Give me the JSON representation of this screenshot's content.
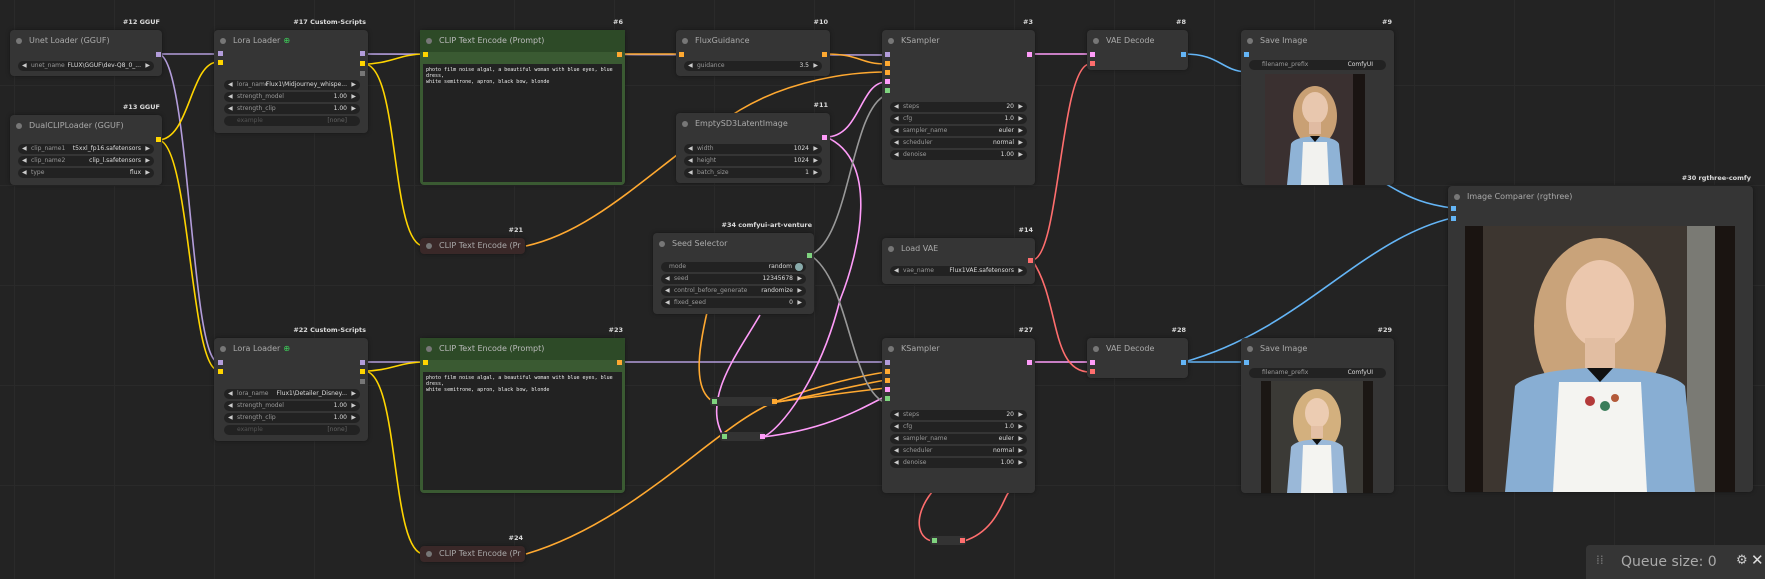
{
  "nodes": {
    "unet": {
      "title": "Unet Loader (GGUF)",
      "badge": "#12 GGUF",
      "w": [
        {
          "label": "unet_name",
          "value": "FLUX\\GGUF\\dev-Q8_0_..."
        }
      ]
    },
    "dualclip": {
      "title": "DualCLIPLoader (GGUF)",
      "badge": "#13 GGUF",
      "w": [
        {
          "label": "clip_name1",
          "value": "t5xxl_fp16.safetensors"
        },
        {
          "label": "clip_name2",
          "value": "clip_l.safetensors"
        },
        {
          "label": "type",
          "value": "flux"
        }
      ]
    },
    "lora1": {
      "title": "Lora Loader",
      "badge": "#17 Custom-Scripts",
      "w": [
        {
          "label": "lora_name",
          "value": "Flux1\\Midjourney_whispe..."
        },
        {
          "label": "strength_model",
          "value": "1.00"
        },
        {
          "label": "strength_clip",
          "value": "1.00"
        },
        {
          "label": "example",
          "value": "[none]"
        }
      ]
    },
    "lora2": {
      "title": "Lora Loader",
      "badge": "#22 Custom-Scripts",
      "w": [
        {
          "label": "lora_name",
          "value": "Flux1\\Detailer_Disney..."
        },
        {
          "label": "strength_model",
          "value": "1.00"
        },
        {
          "label": "strength_clip",
          "value": "1.00"
        },
        {
          "label": "example",
          "value": "[none]"
        }
      ]
    },
    "clip6": {
      "title": "CLIP Text Encode (Prompt)",
      "badge": "#6",
      "text": "photo film noise algal, a beautiful woman with blue eyes, blue dress,\nwhite semitrone, apron, black bow, blonde"
    },
    "clip23": {
      "title": "CLIP Text Encode (Prompt)",
      "badge": "#23",
      "text": "photo film noise algal, a beautiful woman with blue eyes, blue dress,\nwhite semitrone, apron, black bow, blonde"
    },
    "clip21": {
      "title": "CLIP Text Encode (Pr",
      "badge": "#21"
    },
    "clip24": {
      "title": "CLIP Text Encode (Pr",
      "badge": "#24"
    },
    "fluxg": {
      "title": "FluxGuidance",
      "badge": "#10",
      "w": [
        {
          "label": "guidance",
          "value": "3.5"
        }
      ]
    },
    "latent": {
      "title": "EmptySD3LatentImage",
      "badge": "#11",
      "w": [
        {
          "label": "width",
          "value": "1024"
        },
        {
          "label": "height",
          "value": "1024"
        },
        {
          "label": "batch_size",
          "value": "1"
        }
      ]
    },
    "seed": {
      "title": "Seed Selector",
      "badge": "#34 comfyui-art-venture",
      "w": [
        {
          "label": "mode",
          "value": "random"
        },
        {
          "label": "seed",
          "value": "12345678"
        },
        {
          "label": "control_before_generate",
          "value": "randomize"
        },
        {
          "label": "fixed_seed",
          "value": "0"
        }
      ]
    },
    "ks3": {
      "title": "KSampler",
      "badge": "#3",
      "w": [
        {
          "label": "steps",
          "value": "20"
        },
        {
          "label": "cfg",
          "value": "1.0"
        },
        {
          "label": "sampler_name",
          "value": "euler"
        },
        {
          "label": "scheduler",
          "value": "normal"
        },
        {
          "label": "denoise",
          "value": "1.00"
        }
      ]
    },
    "ks27": {
      "title": "KSampler",
      "badge": "#27",
      "w": [
        {
          "label": "steps",
          "value": "20"
        },
        {
          "label": "cfg",
          "value": "1.0"
        },
        {
          "label": "sampler_name",
          "value": "euler"
        },
        {
          "label": "scheduler",
          "value": "normal"
        },
        {
          "label": "denoise",
          "value": "1.00"
        }
      ]
    },
    "vae14": {
      "title": "Load VAE",
      "badge": "#14",
      "w": [
        {
          "label": "vae_name",
          "value": "Flux1VAE.safetensors"
        }
      ]
    },
    "vd8": {
      "title": "VAE Decode",
      "badge": "#8"
    },
    "vd28": {
      "title": "VAE Decode",
      "badge": "#28"
    },
    "save9": {
      "title": "Save Image",
      "badge": "#9",
      "w": [
        {
          "label": "filename_prefix",
          "value": "ComfyUI"
        }
      ]
    },
    "save29": {
      "title": "Save Image",
      "badge": "#29",
      "w": [
        {
          "label": "filename_prefix",
          "value": "ComfyUI"
        }
      ]
    },
    "comparer": {
      "title": "Image Comparer (rgthree)",
      "badge": "#30 rgthree-comfy"
    }
  },
  "queue": {
    "label": "Queue size: 0"
  },
  "icons": {
    "grip": "⁞⁞",
    "gear": "⚙",
    "close": "✕",
    "arrow_left": "◀",
    "arrow_right": "▶",
    "lora": "⊕"
  },
  "colors": {
    "model": "#b39ddb",
    "clip": "#ffd500",
    "conditioning": "#ffa931",
    "latent": "#ff9cf9",
    "vae": "#ff6e6e",
    "image": "#64b5f6",
    "int": "#7fd47f"
  }
}
